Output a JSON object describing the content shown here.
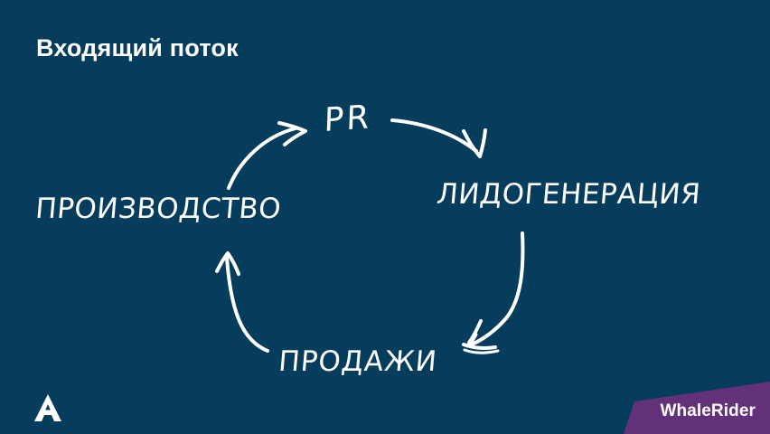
{
  "slide": {
    "title": "Входящий поток",
    "background_color": "#063c5c",
    "text_color": "#ffffff"
  },
  "cycle": {
    "nodes": [
      {
        "id": "pr",
        "label": "PR"
      },
      {
        "id": "leadgen",
        "label": "ЛИДОГЕНЕРАЦИЯ"
      },
      {
        "id": "sales",
        "label": "ПРОДАЖИ"
      },
      {
        "id": "production",
        "label": "ПРОИЗВОДСТВО"
      }
    ],
    "arrows": [
      {
        "id": "arrow-production-to-pr",
        "from": "production",
        "to": "pr",
        "direction": "up-right"
      },
      {
        "id": "arrow-pr-to-leadgen",
        "from": "pr",
        "to": "leadgen",
        "direction": "down-right"
      },
      {
        "id": "arrow-leadgen-to-sales",
        "from": "leadgen",
        "to": "sales",
        "direction": "down-left"
      },
      {
        "id": "arrow-sales-to-production",
        "from": "sales",
        "to": "production",
        "direction": "up-left"
      }
    ]
  },
  "logo": {
    "mark": "A",
    "name": "amo-logo"
  },
  "brand": {
    "name": "WhaleRider",
    "badge_color": "#63307a"
  }
}
